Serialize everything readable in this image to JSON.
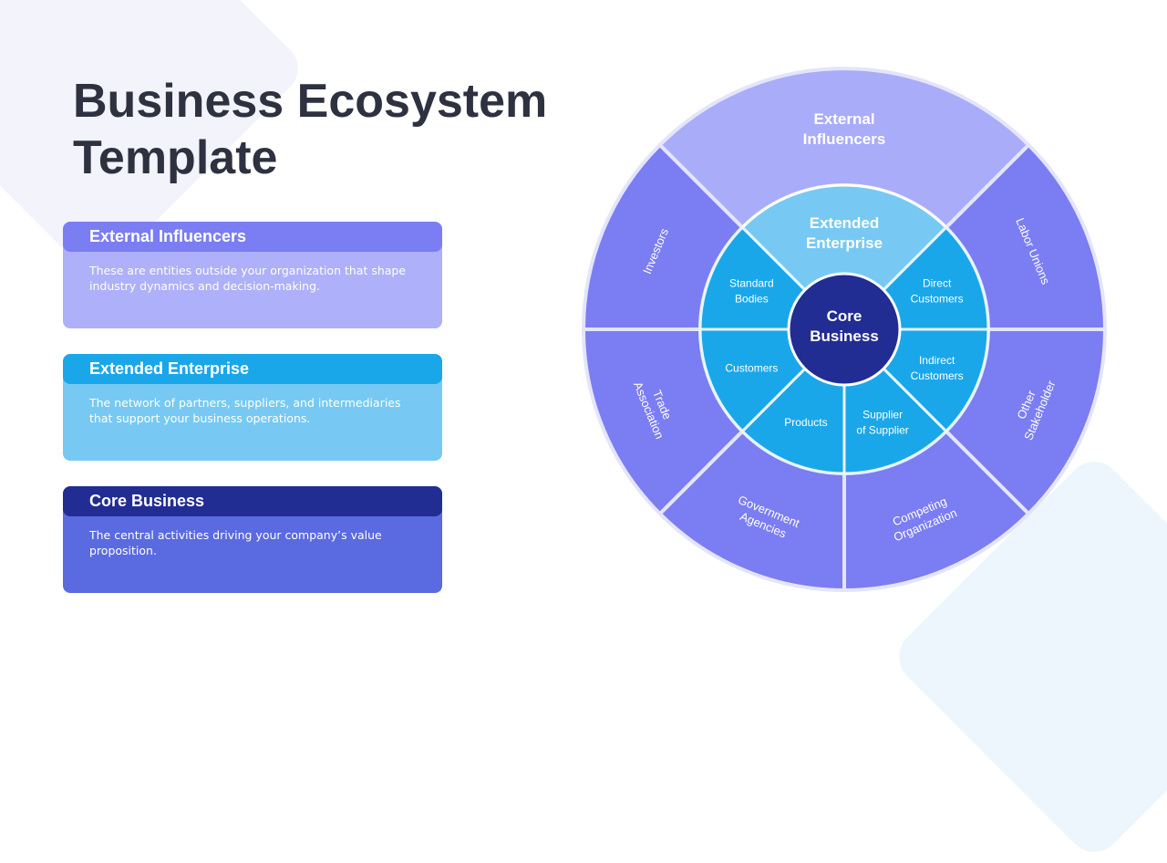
{
  "title": "Business Ecosystem Template",
  "colors": {
    "external": "#a9acf9",
    "outer_petals": "#7b7df2",
    "extended": "#77c9f3",
    "inner_ring": "#1aa7ea",
    "core": "#212d93",
    "card1_head": "#7b7df2",
    "card1_body": "#aeb0fa",
    "card2_head": "#1aa7ea",
    "card2_body": "#77c9f3",
    "card3_head": "#212d93",
    "card3_body": "#5a6ae0"
  },
  "cards": [
    {
      "heading": "External Influencers",
      "text": "These are entities outside your organization that shape industry dynamics and decision-making."
    },
    {
      "heading": "Extended Enterprise",
      "text": "The network of partners, suppliers, and intermediaries that support your business operations."
    },
    {
      "heading": "Core Business",
      "text": "The central activities driving your company’s value proposition."
    }
  ],
  "diagram": {
    "external_label": [
      "External",
      "Influencers"
    ],
    "extended_label": [
      "Extended",
      "Enterprise"
    ],
    "core_label": [
      "Core",
      "Business"
    ],
    "outer_petals": [
      {
        "label": [
          "Labor Unions"
        ]
      },
      {
        "label": [
          "Other",
          "Stakeholder"
        ]
      },
      {
        "label": [
          "Competing",
          "Organization"
        ]
      },
      {
        "label": [
          "Government",
          "Agencies"
        ]
      },
      {
        "label": [
          "Trade",
          "Association"
        ]
      },
      {
        "label": [
          "Investors"
        ]
      }
    ],
    "inner_segments": [
      {
        "label": [
          "Direct",
          "Customers"
        ]
      },
      {
        "label": [
          "Indirect",
          "Customers"
        ]
      },
      {
        "label": [
          "Supplier",
          "of Supplier"
        ]
      },
      {
        "label": [
          "Products"
        ]
      },
      {
        "label": [
          "Customers"
        ]
      },
      {
        "label": [
          "Standard",
          "Bodies"
        ]
      }
    ]
  }
}
